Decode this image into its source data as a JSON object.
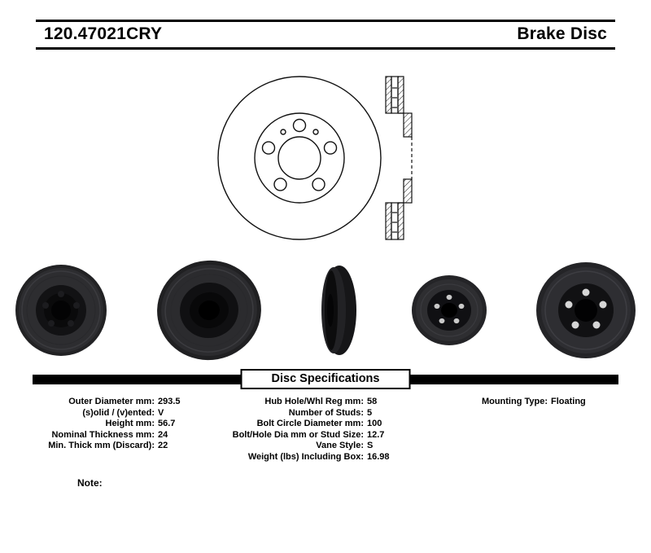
{
  "header": {
    "part_number": "120.47021CRY",
    "product_name": "Brake Disc"
  },
  "spec_section": {
    "title": "Disc Specifications"
  },
  "specs": {
    "col_left": [
      {
        "label": "Outer Diameter mm:",
        "value": "293.5"
      },
      {
        "label": "(s)olid / (v)ented:",
        "value": "V"
      },
      {
        "label": "Height mm:",
        "value": "56.7"
      },
      {
        "label": "Nominal Thickness mm:",
        "value": "24"
      },
      {
        "label": "Min. Thick mm (Discard):",
        "value": "22"
      }
    ],
    "col_middle": [
      {
        "label": "Hub Hole/Whl Reg mm:",
        "value": "58"
      },
      {
        "label": "Number of Studs:",
        "value": "5"
      },
      {
        "label": "Bolt Circle Diameter mm:",
        "value": "100"
      },
      {
        "label": "Bolt/Hole Dia mm or Stud Size:",
        "value": "12.7"
      },
      {
        "label": "Vane Style:",
        "value": "S"
      },
      {
        "label": "Weight (lbs) Including Box:",
        "value": "16.98"
      }
    ],
    "col_right": [
      {
        "label": "Mounting Type:",
        "value": "Floating"
      }
    ]
  },
  "note": {
    "label": "Note:"
  },
  "figures": {
    "drawing": "brake-disc-front-and-section-drawing",
    "photos": [
      "rotor-photo-front-left",
      "rotor-photo-front-large",
      "rotor-photo-edge-view",
      "rotor-photo-angled-small",
      "rotor-photo-front-right"
    ]
  }
}
